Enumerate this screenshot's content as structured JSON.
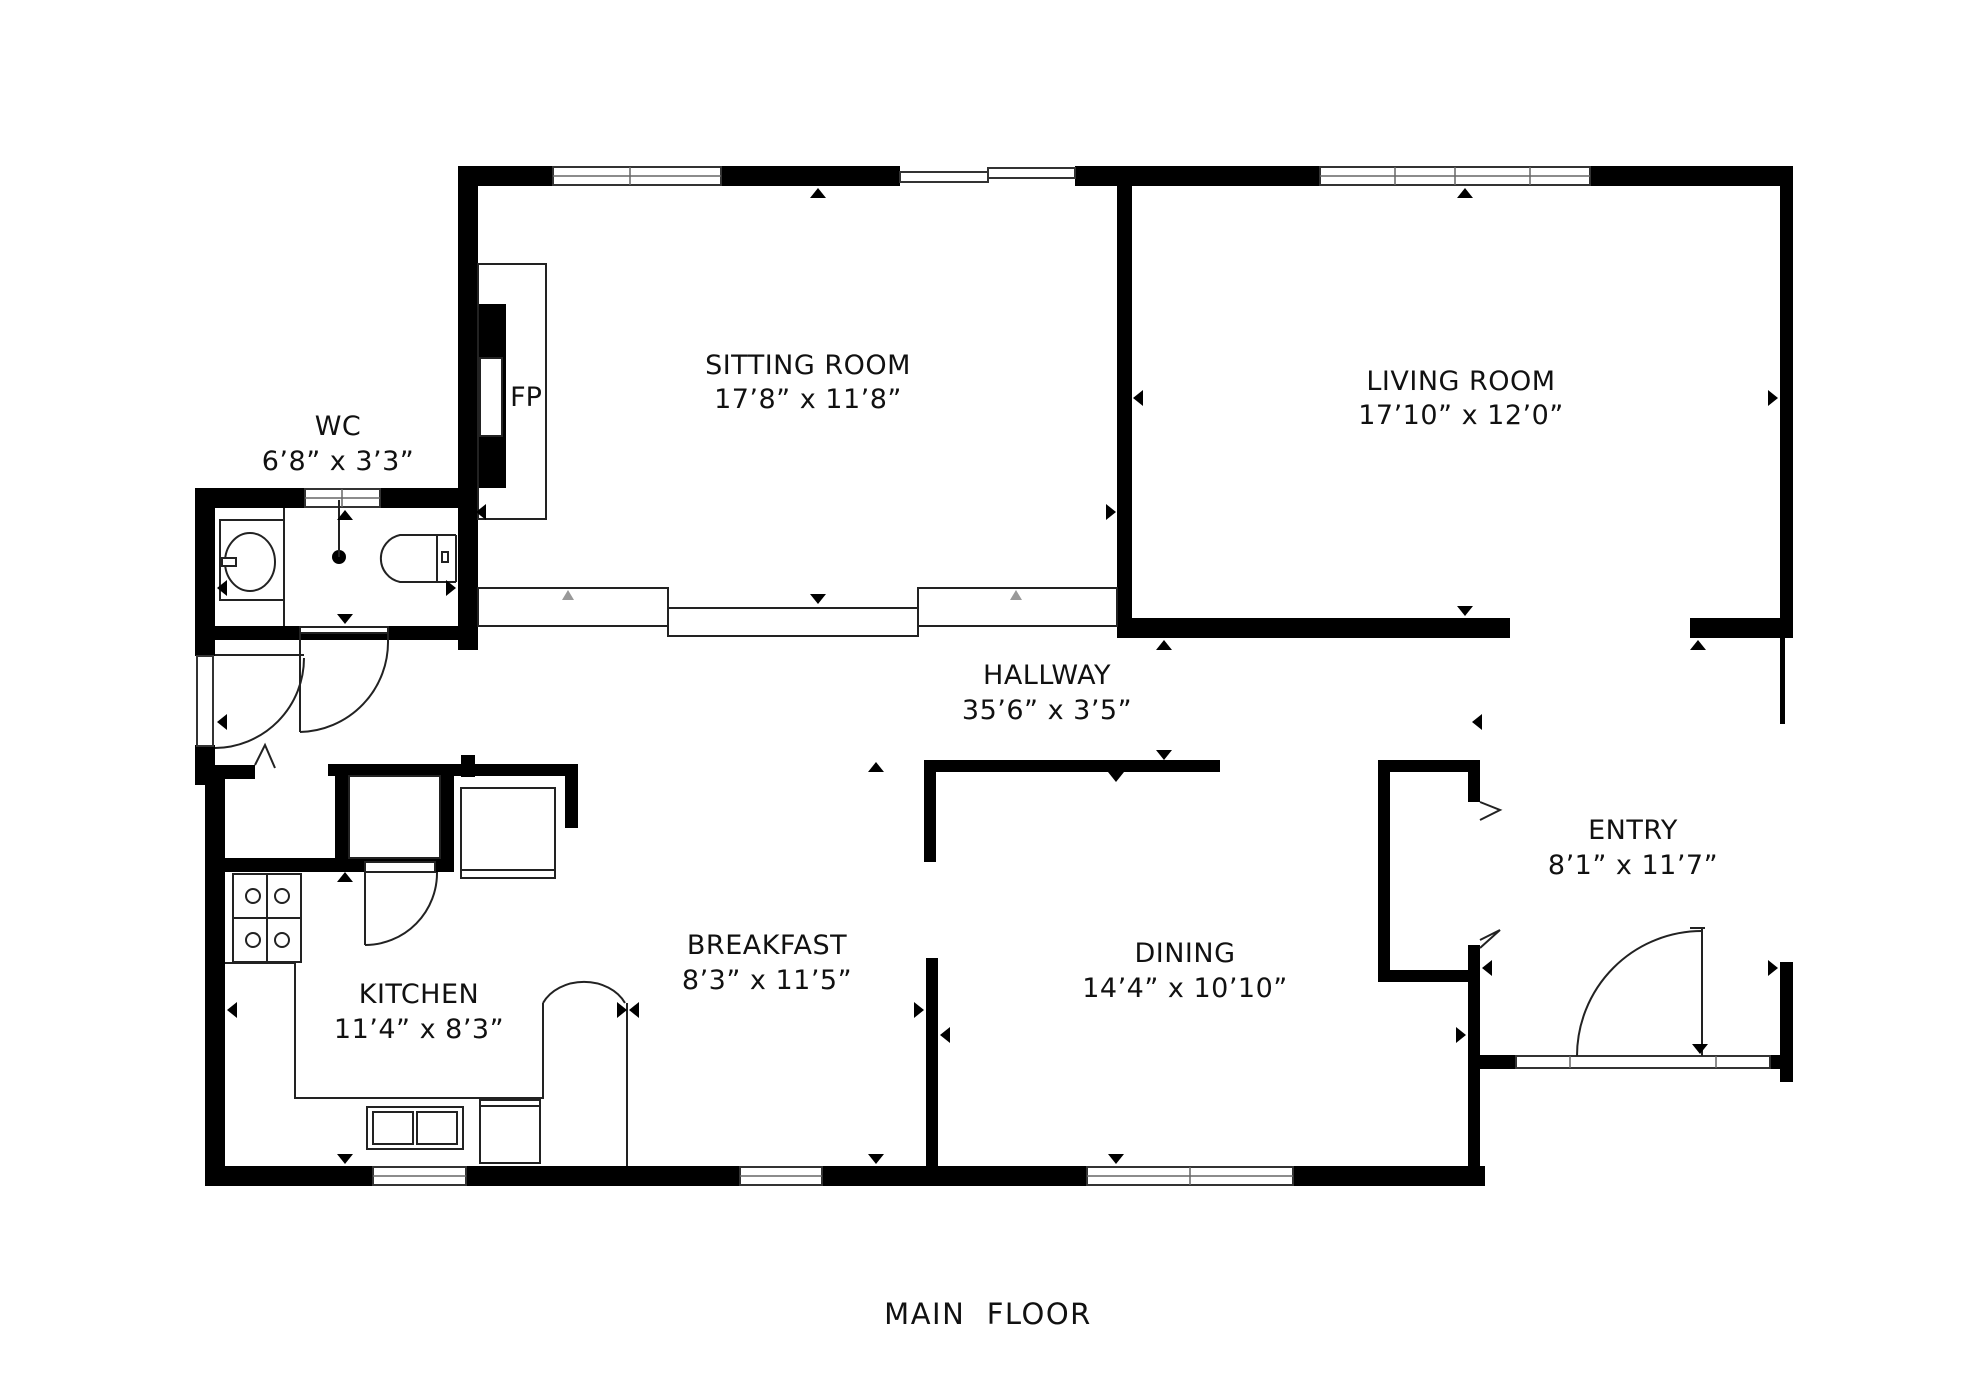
{
  "rooms": {
    "sitting_room": {
      "name": "SITTING ROOM",
      "dims": "17’8” x 11’8”"
    },
    "living_room": {
      "name": "LIVING ROOM",
      "dims": "17’10” x 12’0”"
    },
    "wc": {
      "name": "WC",
      "dims": "6’8” x 3’3”"
    },
    "hallway": {
      "name": "HALLWAY",
      "dims": "35’6” x 3’5”"
    },
    "entry": {
      "name": "ENTRY",
      "dims": "8’1” x 11’7”"
    },
    "breakfast": {
      "name": "BREAKFAST",
      "dims": "8’3” x 11’5”"
    },
    "dining": {
      "name": "DINING",
      "dims": "14’4” x 10’10”"
    },
    "kitchen": {
      "name": "KITCHEN",
      "dims": "11’4” x 8’3”"
    }
  },
  "fireplace_label": "FP",
  "floor_title": "MAIN  FLOOR",
  "colors": {
    "wall": "#000000",
    "background": "#ffffff"
  }
}
